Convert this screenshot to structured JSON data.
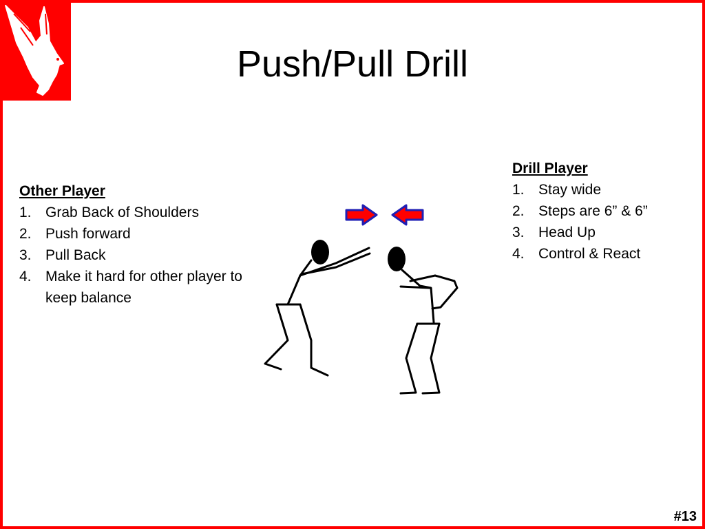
{
  "slide": {
    "title": "Push/Pull Drill",
    "number": "#13",
    "frame_color": "#ff0000"
  },
  "logo": {
    "icon": "hawk-logo-icon",
    "background": "#ff0000"
  },
  "other_player": {
    "heading": "Other Player",
    "items": [
      {
        "num": "1.",
        "text": "Grab Back of Shoulders"
      },
      {
        "num": "2.",
        "text": "Push forward"
      },
      {
        "num": "3.",
        "text": "Pull Back"
      },
      {
        "num": "4.",
        "text": "Make it hard for other player to keep balance"
      }
    ]
  },
  "drill_player": {
    "heading": "Drill Player",
    "items": [
      {
        "num": "1.",
        "text": "Stay wide"
      },
      {
        "num": "2.",
        "text": "Steps are 6” & 6”"
      },
      {
        "num": "3.",
        "text": "Head Up"
      },
      {
        "num": "4.",
        "text": "Control & React"
      }
    ]
  },
  "figure": {
    "icons": [
      "arrow-right-icon",
      "arrow-left-icon",
      "stick-figure-pushing-icon",
      "stick-figure-bent-icon"
    ],
    "arrow_fill": "#ff0000",
    "arrow_stroke": "#1f1fb4"
  }
}
